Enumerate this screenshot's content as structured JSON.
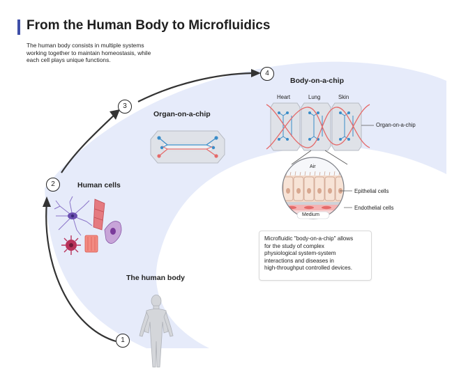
{
  "header": {
    "title": "From the Human Body to Microfluidics",
    "intro_lines": [
      "The human body consists in multiple systems",
      "working together to maintain homeostasis, while",
      "each cell plays unique functions."
    ]
  },
  "stages": [
    {
      "number": "1",
      "label": "The human body"
    },
    {
      "number": "2",
      "label": "Human cells"
    },
    {
      "number": "3",
      "label": "Organ-on-a-chip"
    },
    {
      "number": "4",
      "label": "Body-on-a-chip"
    }
  ],
  "body_on_chip": {
    "organs": [
      "Heart",
      "Lung",
      "Skin"
    ],
    "chip_label": "Organ-on-a-chip"
  },
  "zoom": {
    "air": "Air",
    "medium": "Medium",
    "epithelial": "Epithelial cells",
    "endothelial": "Endothelial cells"
  },
  "note_lines": [
    "Microfluidic \"body-on-a-chip\" allows",
    "for the study of complex",
    "physiological system-system",
    "interactions and diseases in",
    "high-throughput controlled devices."
  ],
  "colors": {
    "accent": "#3f4fa8",
    "background_band": "#e6ebfa",
    "chip_fill": "#dfe2e8",
    "vessel_red": "#e56a6a",
    "channel_blue": "#3a8cc8"
  }
}
